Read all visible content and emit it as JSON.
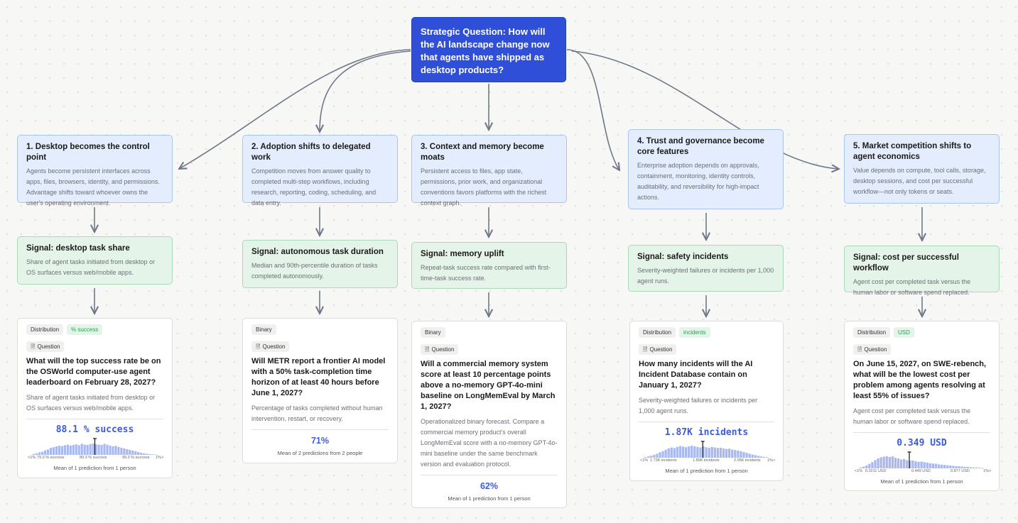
{
  "root": {
    "text": "Strategic Question: How will the AI landscape change now that agents have shipped as desktop products?"
  },
  "themes": [
    {
      "title": "1. Desktop becomes the control point",
      "desc": "Agents become persistent interfaces across apps, files, browsers, identity, and permissions. Advantage shifts toward whoever owns the user's operating environment."
    },
    {
      "title": "2. Adoption shifts to delegated work",
      "desc": "Competition moves from answer quality to completed multi-step workflows, including research, reporting, coding, scheduling, and data entry."
    },
    {
      "title": "3. Context and memory become moats",
      "desc": "Persistent access to files, app state, permissions, prior work, and organizational conventions favors platforms with the richest context graph."
    },
    {
      "title": "4. Trust and governance become core features",
      "desc": "Enterprise adoption depends on approvals, containment, monitoring, identity controls, auditability, and reversibility for high-impact actions."
    },
    {
      "title": "5. Market competition shifts to agent economics",
      "desc": "Value depends on compute, tool calls, storage, desktop sessions, and cost per successful workflow—not only tokens or seats."
    }
  ],
  "signals": [
    {
      "title": "Signal: desktop task share",
      "desc": "Share of agent tasks initiated from desktop or OS surfaces versus web/mobile apps."
    },
    {
      "title": "Signal: autonomous task duration",
      "desc": "Median and 90th-percentile duration of tasks completed autonomously."
    },
    {
      "title": "Signal: memory uplift",
      "desc": "Repeat-task success rate compared with first-time-task success rate."
    },
    {
      "title": "Signal: safety incidents",
      "desc": "Severity-weighted failures or incidents per 1,000 agent runs."
    },
    {
      "title": "Signal: cost per successful workflow",
      "desc": "Agent cost per completed task versus the human labor or software spend replaced."
    }
  ],
  "question_label": "Question",
  "cards": [
    {
      "type": "Distribution",
      "unit_tag": "% success",
      "question": "What will the top success rate be on the OSWorld computer-use agent leaderboard on February 28, 2027?",
      "desc": "Share of agent tasks initiated from desktop or OS surfaces versus web/mobile apps.",
      "value": "88.1 % success",
      "axis": {
        "lt": "<1%",
        "a": "79.3 % success",
        "b": "89.3 % success",
        "c": "99.3 % success",
        "gt": "1%>"
      },
      "marker": 0.5,
      "hist": [
        0.07,
        0.11,
        0.18,
        0.22,
        0.32,
        0.38,
        0.5,
        0.54,
        0.6,
        0.64,
        0.62,
        0.68,
        0.72,
        0.66,
        0.7,
        0.74,
        0.68,
        0.78,
        0.72,
        0.7,
        0.76,
        0.8,
        0.74,
        0.72,
        0.7,
        0.78,
        0.72,
        0.66,
        0.6,
        0.64,
        0.56,
        0.5,
        0.46,
        0.4,
        0.36,
        0.3,
        0.26,
        0.2,
        0.15,
        0.11,
        0.08,
        0.06,
        0.04,
        0.03
      ],
      "mean": "Mean of 1 prediction from 1 person"
    },
    {
      "type": "Binary",
      "question": "Will METR report a frontier AI model with a 50% task-completion time horizon of at least 40 hours before June 1, 2027?",
      "desc": "Percentage of tasks completed without human intervention, restart, or recovery.",
      "value": "71%",
      "mean": "Mean of 2 predictions from 2 people"
    },
    {
      "type": "Binary",
      "question": "Will a commercial memory system score at least 10 percentage points above a no-memory GPT-4o-mini baseline on LongMemEval by March 1, 2027?",
      "desc": "Operationalized binary forecast. Compare a commercial memory product's overall LongMemEval score with a no-memory GPT-4o-mini baseline under the same benchmark version and evaluation protocol.",
      "value": "62%",
      "mean": "Mean of 1 prediction from 1 person"
    },
    {
      "type": "Distribution",
      "unit_tag": "incidents",
      "question": "How many incidents will the AI Incident Database contain on January 1, 2027?",
      "desc": "Severity-weighted failures or incidents per 1,000 agent runs.",
      "value": "1.87K incidents",
      "axis": {
        "lt": "<1%",
        "a": "1.73K incidents",
        "b": "1.89K incidents",
        "c": "2.05K incidents",
        "gt": "1%>"
      },
      "marker": 0.47,
      "hist": [
        0.05,
        0.1,
        0.14,
        0.2,
        0.28,
        0.38,
        0.46,
        0.56,
        0.66,
        0.72,
        0.68,
        0.76,
        0.82,
        0.78,
        0.74,
        0.8,
        0.84,
        0.8,
        0.76,
        0.72,
        0.8,
        0.74,
        0.7,
        0.76,
        0.72,
        0.68,
        0.7,
        0.66,
        0.62,
        0.64,
        0.58,
        0.54,
        0.5,
        0.46,
        0.4,
        0.34,
        0.28,
        0.22,
        0.18,
        0.13,
        0.09,
        0.06,
        0.04
      ],
      "mean": "Mean of 1 prediction from 1 person"
    },
    {
      "type": "Distribution",
      "unit_tag": "USD",
      "question": "On June 15, 2027, on SWE-rebench, what will be the lowest cost per problem among agents resolving at least 55% of issues?",
      "desc": "Agent cost per completed task versus the human labor or software spend replaced.",
      "value": "0.349 USD",
      "axis": {
        "lt": "<1%",
        "a": "0.0211 USD",
        "b": "0.449 USD",
        "c": "0.877 USD",
        "gt": "1%>"
      },
      "marker": 0.4,
      "hist": [
        0.06,
        0.12,
        0.2,
        0.32,
        0.44,
        0.58,
        0.7,
        0.78,
        0.82,
        0.86,
        0.8,
        0.84,
        0.74,
        0.7,
        0.62,
        0.66,
        0.58,
        0.54,
        0.56,
        0.5,
        0.46,
        0.48,
        0.44,
        0.4,
        0.36,
        0.34,
        0.32,
        0.28,
        0.26,
        0.24,
        0.22,
        0.2,
        0.18,
        0.16,
        0.15,
        0.13,
        0.11,
        0.1,
        0.08,
        0.07,
        0.06,
        0.05,
        0.04
      ],
      "mean": "Mean of 1 prediction from 1 person"
    }
  ],
  "colors": {
    "root": "#2f4fd8",
    "theme_bg": "#e3edfd",
    "signal_bg": "#e5f4e9",
    "accent": "#3b5bdb",
    "hist": "#a9b8ee",
    "arrow": "#6f7887"
  }
}
